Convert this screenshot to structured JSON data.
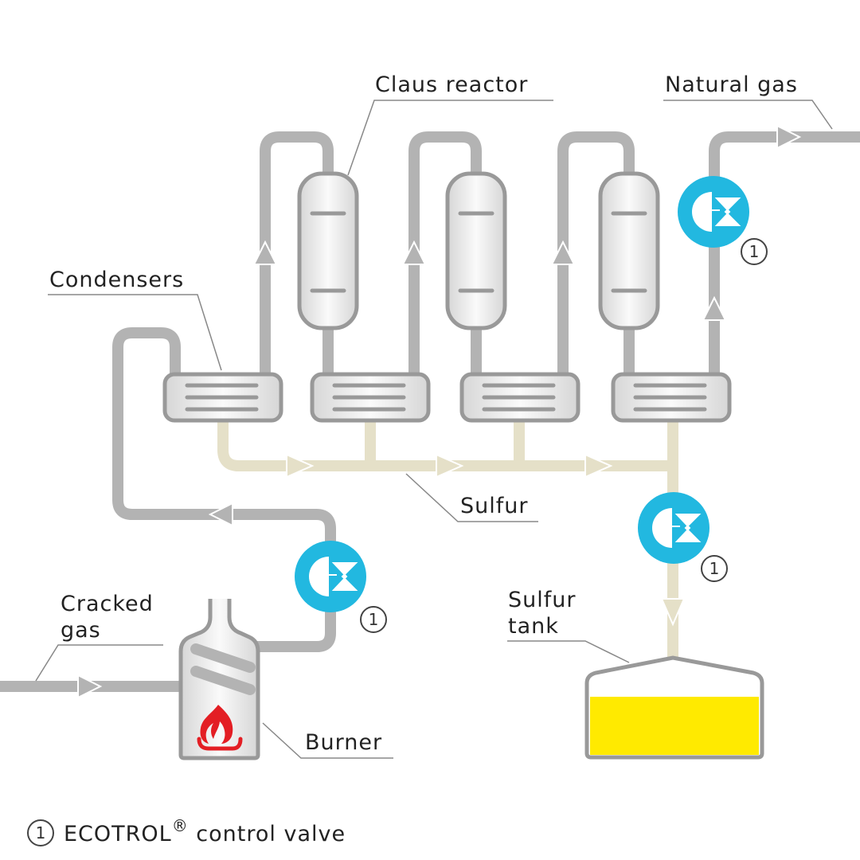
{
  "labels": {
    "claus_reactor": "Claus reactor",
    "natural_gas": "Natural gas",
    "condensers": "Condensers",
    "sulfur": "Sulfur",
    "cracked_gas_line1": "Cracked",
    "cracked_gas_line2": "gas",
    "sulfur_tank_line1": "Sulfur",
    "sulfur_tank_line2": "tank",
    "burner": "Burner"
  },
  "valve_marker": "1",
  "legend": {
    "marker": "1",
    "text": "ECOTROL",
    "registered": "®",
    "suffix": " control valve"
  },
  "colors": {
    "pipe": "#b3b3b3",
    "sulfur_pipe": "#e5e0c8",
    "valve": "#22b8e0",
    "flame": "#e31e24",
    "tank_fill": "#ffea00"
  }
}
